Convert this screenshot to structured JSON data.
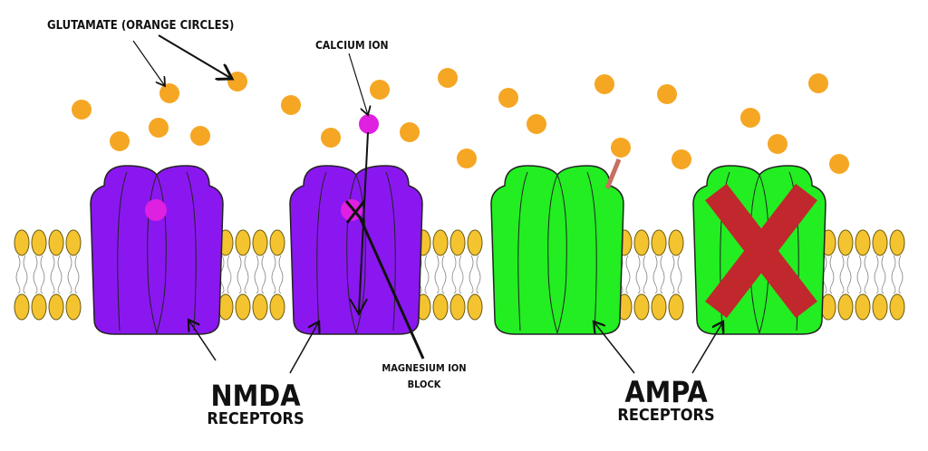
{
  "labels": {
    "glutamate": "GLUTAMATE (ORANGE CIRCLES)",
    "calcium": "CALCIUM ION",
    "magnesium_line1": "MAGNESIUM ION",
    "magnesium_line2": "BLOCK",
    "nmda": "NMDA",
    "nmda_sub": "RECEPTORS",
    "ampa": "AMPA",
    "ampa_sub": "RECEPTORS"
  },
  "colors": {
    "glutamate": "#f5a623",
    "calcium": "#e020e0",
    "nmda": "#8a17f0",
    "ampa": "#22ee22",
    "blocked": "#c0282e",
    "lipid_head": "#f4c430"
  }
}
